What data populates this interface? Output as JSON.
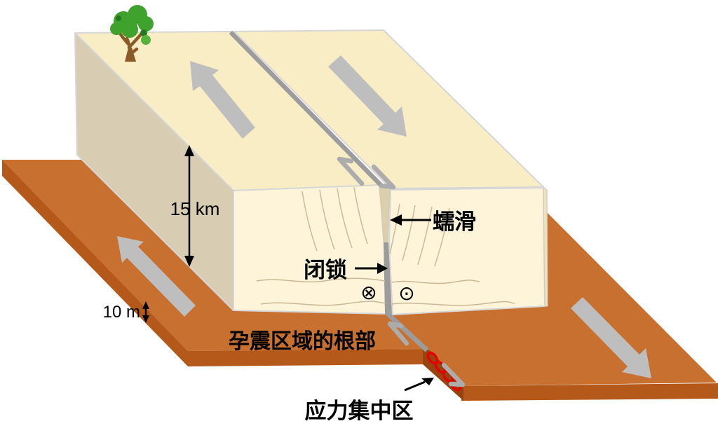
{
  "figure": {
    "labels": {
      "creep": "蠕滑",
      "locked": "闭锁",
      "seismogenic_root": "孕震区域的根部",
      "stress_concentration": "应力集中区",
      "depth": "15 km",
      "plate_thickness": "10 m"
    },
    "symbols": {
      "into_page": "⊗",
      "out_of_page": "⊙"
    },
    "colors": {
      "block_top": "#f9edc5",
      "block_front": "#fdf4da",
      "block_side": "#d8cdb2",
      "fissure": "#dccfab",
      "slab_top": "#c8702f",
      "slab_edge": "#b5591a",
      "fault_face": "#96430f",
      "fault_gray": "#9c9c9c",
      "arrow_gray": "#bebebe",
      "coil_red": "#e60000",
      "tree_green": "#3ea22c",
      "tree_green_dark": "#237a18",
      "tree_green_light": "#57b23c",
      "tree_trunk": "#8a5a28"
    }
  }
}
